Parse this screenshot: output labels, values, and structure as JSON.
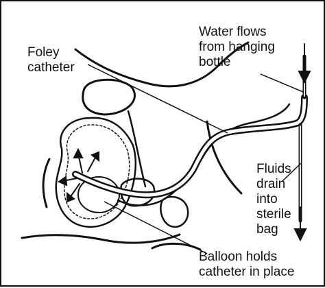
{
  "labels": {
    "foley": [
      "Foley",
      "catheter"
    ],
    "water": [
      "Water flows",
      "from hanging",
      "bottle"
    ],
    "fluids": [
      "Fluids",
      "drain",
      "into",
      "sterile",
      "bag"
    ],
    "balloon": [
      "Balloon holds",
      "catheter in place"
    ]
  },
  "colors": {
    "ink": "#111111",
    "background": "#ffffff",
    "border": "#111111"
  }
}
